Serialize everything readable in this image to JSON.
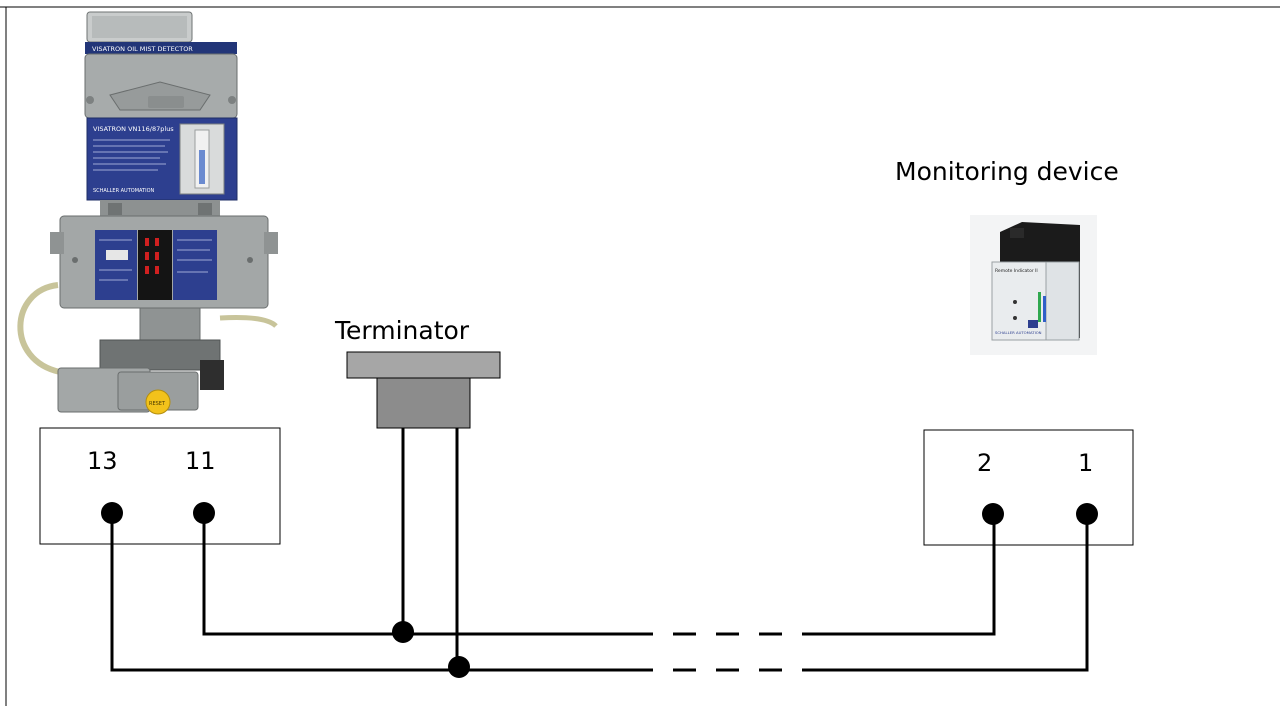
{
  "labels": {
    "terminator": "Terminator",
    "monitoring_device": "Monitoring device"
  },
  "detector": {
    "header_plate": "VISATRON OIL MIST DETECTOR",
    "nameplate_title": "VISATRON VN116/87plus",
    "brand": "SCHALLER AUTOMATION",
    "reset_button": "RESET"
  },
  "monitor": {
    "label": "Remote Indicator II",
    "brand": "SCHALLER AUTOMATION"
  },
  "left_terminal_block": {
    "terminals": [
      "13",
      "11"
    ]
  },
  "right_terminal_block": {
    "terminals": [
      "2",
      "1"
    ]
  },
  "colors": {
    "wire": "#000000",
    "terminator_cap": "#a6a6a6",
    "terminator_body": "#8c8c8c",
    "detector_body": "#a9adad",
    "detector_panel": "#273a8c",
    "reset_button": "#f2c21b"
  }
}
